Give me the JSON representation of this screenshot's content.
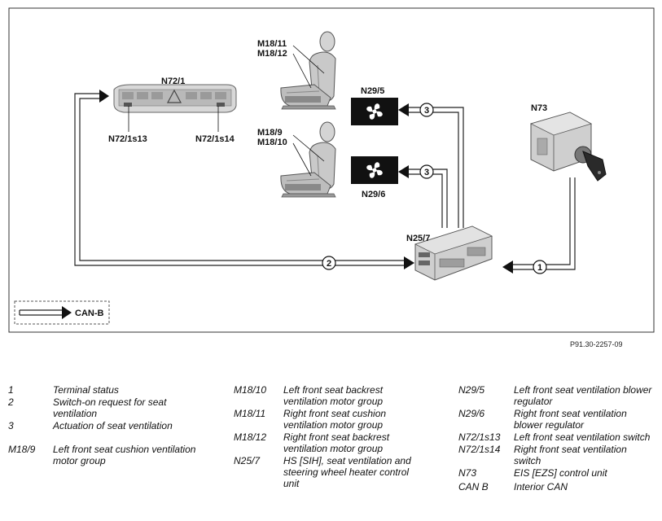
{
  "diagram": {
    "labels": {
      "n72_1": "N72/1",
      "n72_1s13": "N72/1s13",
      "n72_1s14": "N72/1s14",
      "m18_11": "M18/11",
      "m18_12": "M18/12",
      "m18_9": "M18/9",
      "m18_10": "M18/10",
      "n29_5": "N29/5",
      "n29_6": "N29/6",
      "n25_7": "N25/7",
      "n73": "N73"
    },
    "connections": [
      {
        "id": "1",
        "from": "N73",
        "to": "N25/7"
      },
      {
        "id": "2",
        "from": "N72/1",
        "to": "N25/7"
      },
      {
        "id": "3",
        "from": "N25/7",
        "to": "N29/5"
      },
      {
        "id": "3",
        "from": "N25/7",
        "to": "N29/6"
      }
    ],
    "inset_legend": "CAN-B",
    "reference": "P91.30-2257-09"
  },
  "legend": {
    "col1": [
      {
        "key": "1",
        "desc": "Terminal status"
      },
      {
        "key": "2",
        "desc": "Switch-on request for seat ventilation"
      },
      {
        "key": "3",
        "desc": "Actuation of seat ventilation"
      },
      {
        "key": "M18/9",
        "desc": "Left front seat cushion ventilation motor group"
      }
    ],
    "col2": [
      {
        "key": "M18/10",
        "desc": "Left front seat backrest ventilation motor group"
      },
      {
        "key": "M18/11",
        "desc": "Right front seat cushion ventilation motor group"
      },
      {
        "key": "M18/12",
        "desc": "Right front seat backrest ventilation motor group"
      },
      {
        "key": "N25/7",
        "desc": "HS [SIH], seat ventilation and steering wheel heater control unit"
      }
    ],
    "col3": [
      {
        "key": "N29/5",
        "desc": "Left front seat ventilation blower regulator"
      },
      {
        "key": "N29/6",
        "desc": "Right front seat ventilation blower regulator"
      },
      {
        "key": "N72/1s13",
        "desc": "Left front seat ventilation switch"
      },
      {
        "key": "N72/1s14",
        "desc": "Right front seat ventilation switch"
      },
      {
        "key": "N73",
        "desc": "EIS [EZS] control unit"
      },
      {
        "key": "CAN B",
        "desc": "Interior CAN"
      }
    ]
  }
}
